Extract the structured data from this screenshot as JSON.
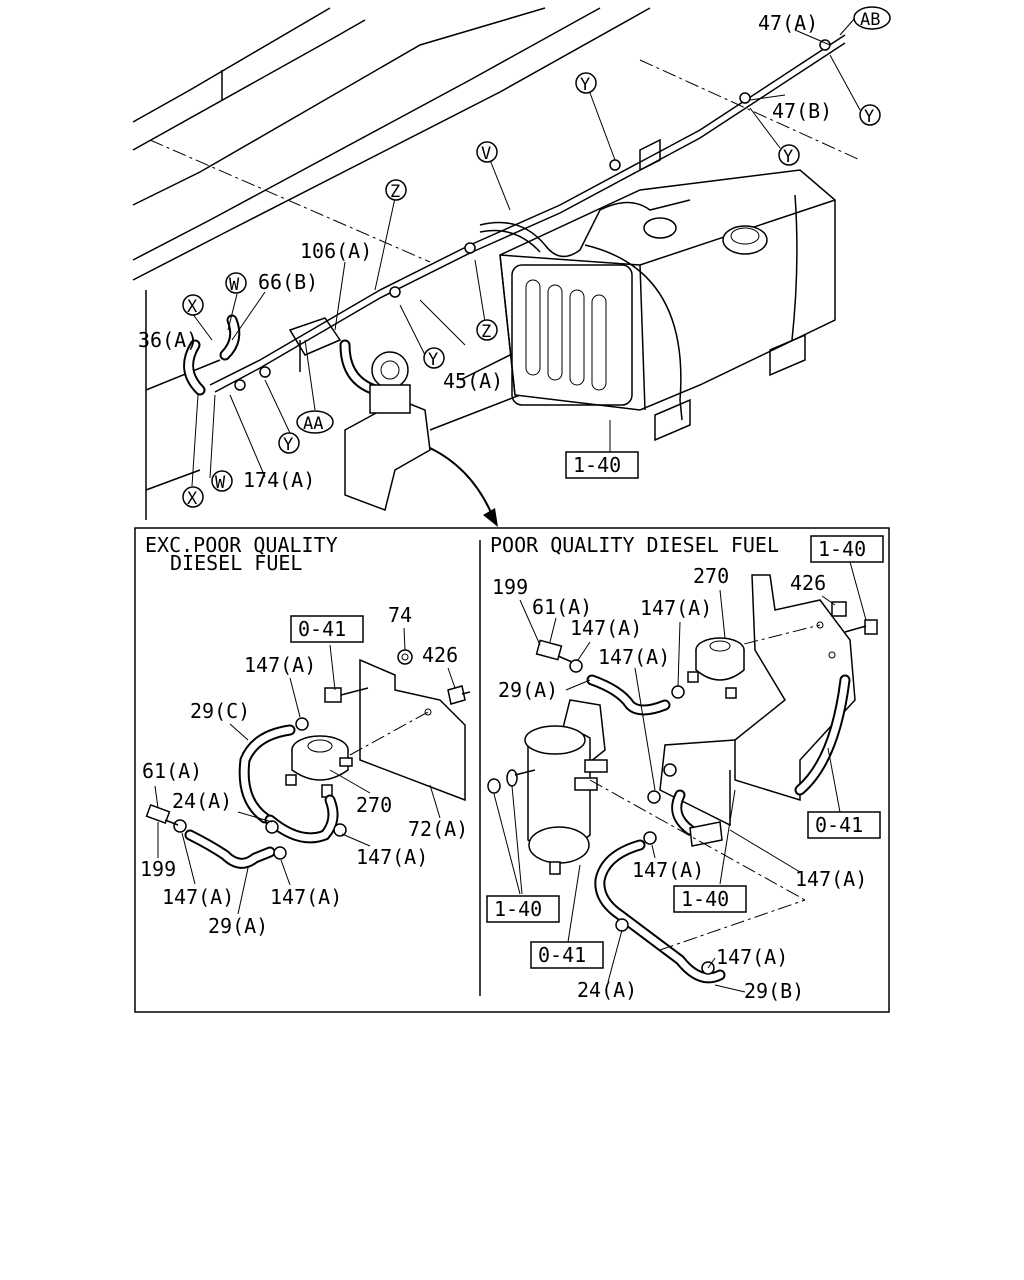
{
  "top_labels": {
    "l47a": "47(A)",
    "ab": "AB",
    "l47b": "47(B)",
    "y1": "Y",
    "y2": "Y",
    "y3": "Y",
    "y4": "Y",
    "y5": "Y",
    "v": "V",
    "z1": "Z",
    "z2": "Z",
    "w1": "W",
    "w2": "W",
    "x1": "X",
    "x2": "X",
    "aa": "AA",
    "l106a": "106(A)",
    "l66b": "66(B)",
    "l36a": "36(A)",
    "l45a": "45(A)",
    "l174a": "174(A)",
    "ref140": "1-40"
  },
  "left_panel": {
    "title_line1": "EXC.POOR QUALITY",
    "title_line2": "DIESEL FUEL",
    "ref041": "0-41",
    "l74": "74",
    "l426": "426",
    "l147a_1": "147(A)",
    "l29c": "29(C)",
    "l61a": "61(A)",
    "l24a": "24(A)",
    "l270": "270",
    "l72a": "72(A)",
    "l199": "199",
    "l147a_2": "147(A)",
    "l147a_3": "147(A)",
    "l147a_4": "147(A)",
    "l29a": "29(A)"
  },
  "right_panel": {
    "title": "POOR QUALITY DIESEL FUEL",
    "ref140_a": "1-40",
    "l199": "199",
    "l61a": "61(A)",
    "l147a_1": "147(A)",
    "l147a_2": "147(A)",
    "l147a_3": "147(A)",
    "l270": "270",
    "l426": "426",
    "l29a": "29(A)",
    "ref041_a": "0-41",
    "l147a_4": "147(A)",
    "l147a_5": "147(A)",
    "ref140_b": "1-40",
    "ref140_c": "1-40",
    "ref041_b": "0-41",
    "l147a_6": "147(A)",
    "l24a": "24(A)",
    "l29b": "29(B)"
  }
}
